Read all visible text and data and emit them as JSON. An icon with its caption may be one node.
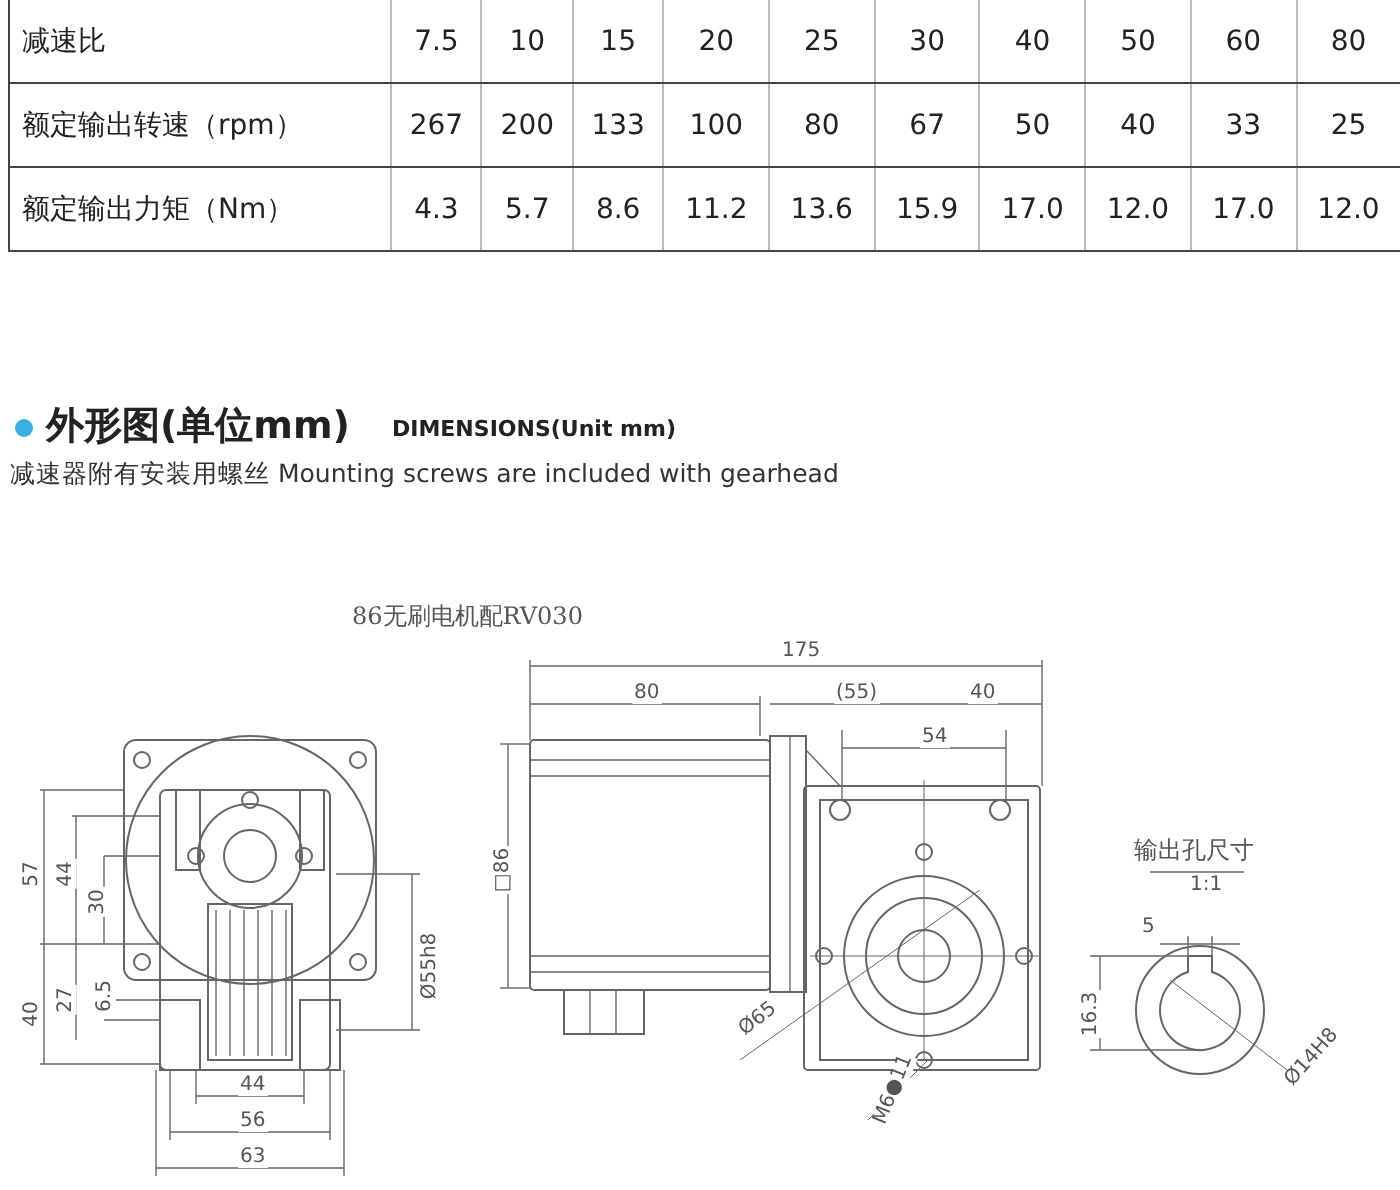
{
  "diagram": {
    "labels": [
      "减速比",
      "7.5",
      "10",
      "15",
      "20",
      "25",
      "30",
      "40",
      "50",
      "60",
      "80",
      "额定输出转速（rpm）",
      "267",
      "200",
      "133",
      "100",
      "80",
      "67",
      "50",
      "40",
      "33",
      "25",
      "额定输出力矩（Nm）",
      "4.3",
      "5.7",
      "8.6",
      "11.2",
      "13.6",
      "15.9",
      "17.0",
      "12.0",
      "17.0",
      "12.0",
      "外形图(单位mm)",
      "DIMENSIONS(Unit mm)",
      "减速器附有安装用螺丝 Mounting screws are included with gearhead",
      "86无刷电机配RV030",
      "57",
      "44",
      "30",
      "40",
      "27",
      "6.5",
      "Ø55h8",
      "44",
      "56",
      "63",
      "175",
      "80",
      "(55)",
      "40",
      "54",
      "□86",
      "Ø65",
      "M6●11",
      "输出孔尺寸",
      "1:1",
      "5",
      "16.3",
      "Ø14H8"
    ]
  }
}
